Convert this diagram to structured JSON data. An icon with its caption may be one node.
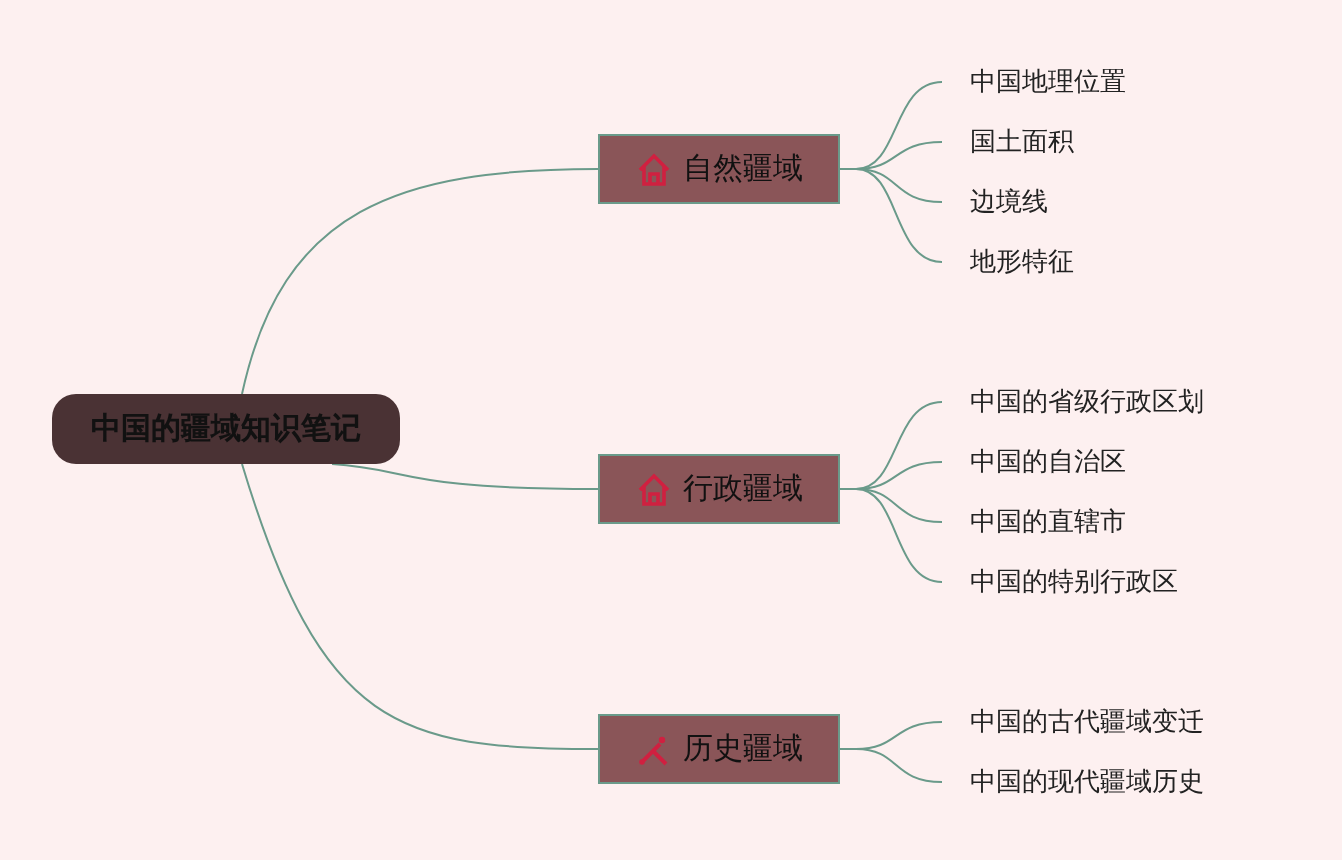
{
  "diagram": {
    "nodes": [
      {
        "text": [
          "中国的疆域知识笔记"
        ]
      },
      {
        "text": [
          "自然疆域"
        ]
      },
      {
        "text": [
          "中国地理位置"
        ]
      },
      {
        "text": [
          "国土面积"
        ]
      },
      {
        "text": [
          "边境线"
        ]
      },
      {
        "text": [
          "地形特征"
        ]
      },
      {
        "text": [
          "行政疆域"
        ]
      },
      {
        "text": [
          "中国的省级行政区划"
        ]
      },
      {
        "text": [
          "中国的自治区"
        ]
      },
      {
        "text": [
          "中国的直辖市"
        ]
      },
      {
        "text": [
          "中国的特别行政区"
        ]
      },
      {
        "text": [
          "历史疆域"
        ]
      },
      {
        "text": [
          "中国的古代疆域变迁"
        ]
      },
      {
        "text": [
          "中国的现代疆域历史"
        ]
      }
    ],
    "edges": [
      {
        "from": 0,
        "to": 1,
        "arrow": "none"
      },
      {
        "from": 1,
        "to": 2,
        "arrow": "none"
      },
      {
        "from": 1,
        "to": 3,
        "arrow": "none"
      },
      {
        "from": 1,
        "to": 4,
        "arrow": "none"
      },
      {
        "from": 1,
        "to": 5,
        "arrow": "none"
      },
      {
        "from": 0,
        "to": 6,
        "arrow": "none"
      },
      {
        "from": 6,
        "to": 7,
        "arrow": "none"
      },
      {
        "from": 6,
        "to": 8,
        "arrow": "none"
      },
      {
        "from": 6,
        "to": 9,
        "arrow": "none"
      },
      {
        "from": 6,
        "to": 10,
        "arrow": "none"
      },
      {
        "from": 0,
        "to": 11,
        "arrow": "none"
      },
      {
        "from": 11,
        "to": 12,
        "arrow": "none"
      },
      {
        "from": 11,
        "to": 13,
        "arrow": "none"
      }
    ]
  }
}
